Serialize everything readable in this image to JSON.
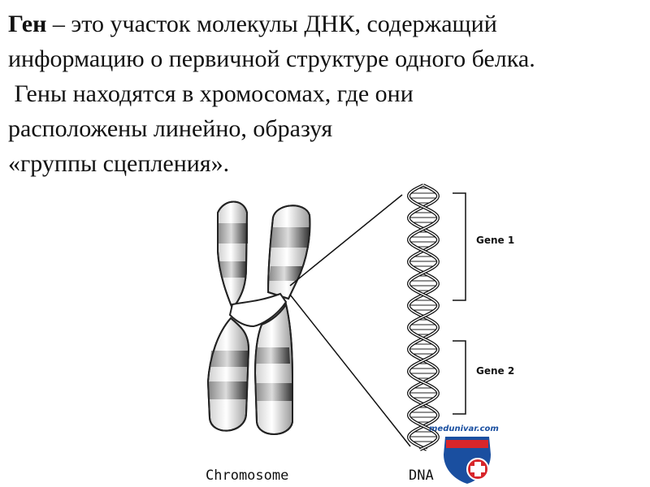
{
  "text": {
    "term": "Ген",
    "line1_rest": " – это участок молекулы ДНК, содержащий",
    "line2": "информацию о  первичной структуре одного белка.",
    "line3": " Гены находятся в хромосомах, где они",
    "line4": "расположены линейно, образуя",
    "line5": "«группы сцепления»."
  },
  "diagram": {
    "chromosome_label": "Chromosome",
    "dna_label": "DNA",
    "gene1_label": "Gene 1",
    "gene2_label": "Gene 2",
    "watermark": "medunivar.com"
  },
  "colors": {
    "band_dark": "#555555",
    "logo_blue": "#1a4fa0",
    "logo_red": "#d8262b"
  }
}
